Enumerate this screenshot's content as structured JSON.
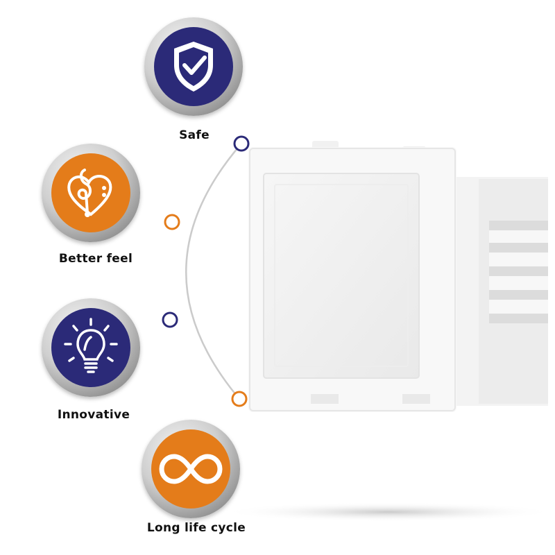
{
  "features": [
    {
      "label": "Safe",
      "icon": "shield-check-icon",
      "color": "#2b2a78"
    },
    {
      "label": "Better feel",
      "icon": "music-heart-icon",
      "color": "#e47c1a"
    },
    {
      "label": "Innovative",
      "icon": "lightbulb-icon",
      "color": "#2b2a78"
    },
    {
      "label": "Long life cycle",
      "icon": "infinity-icon",
      "color": "#e47c1a"
    }
  ],
  "colors": {
    "navy": "#2b2a78",
    "orange": "#e47c1a",
    "arc": "#c8c8c8"
  }
}
